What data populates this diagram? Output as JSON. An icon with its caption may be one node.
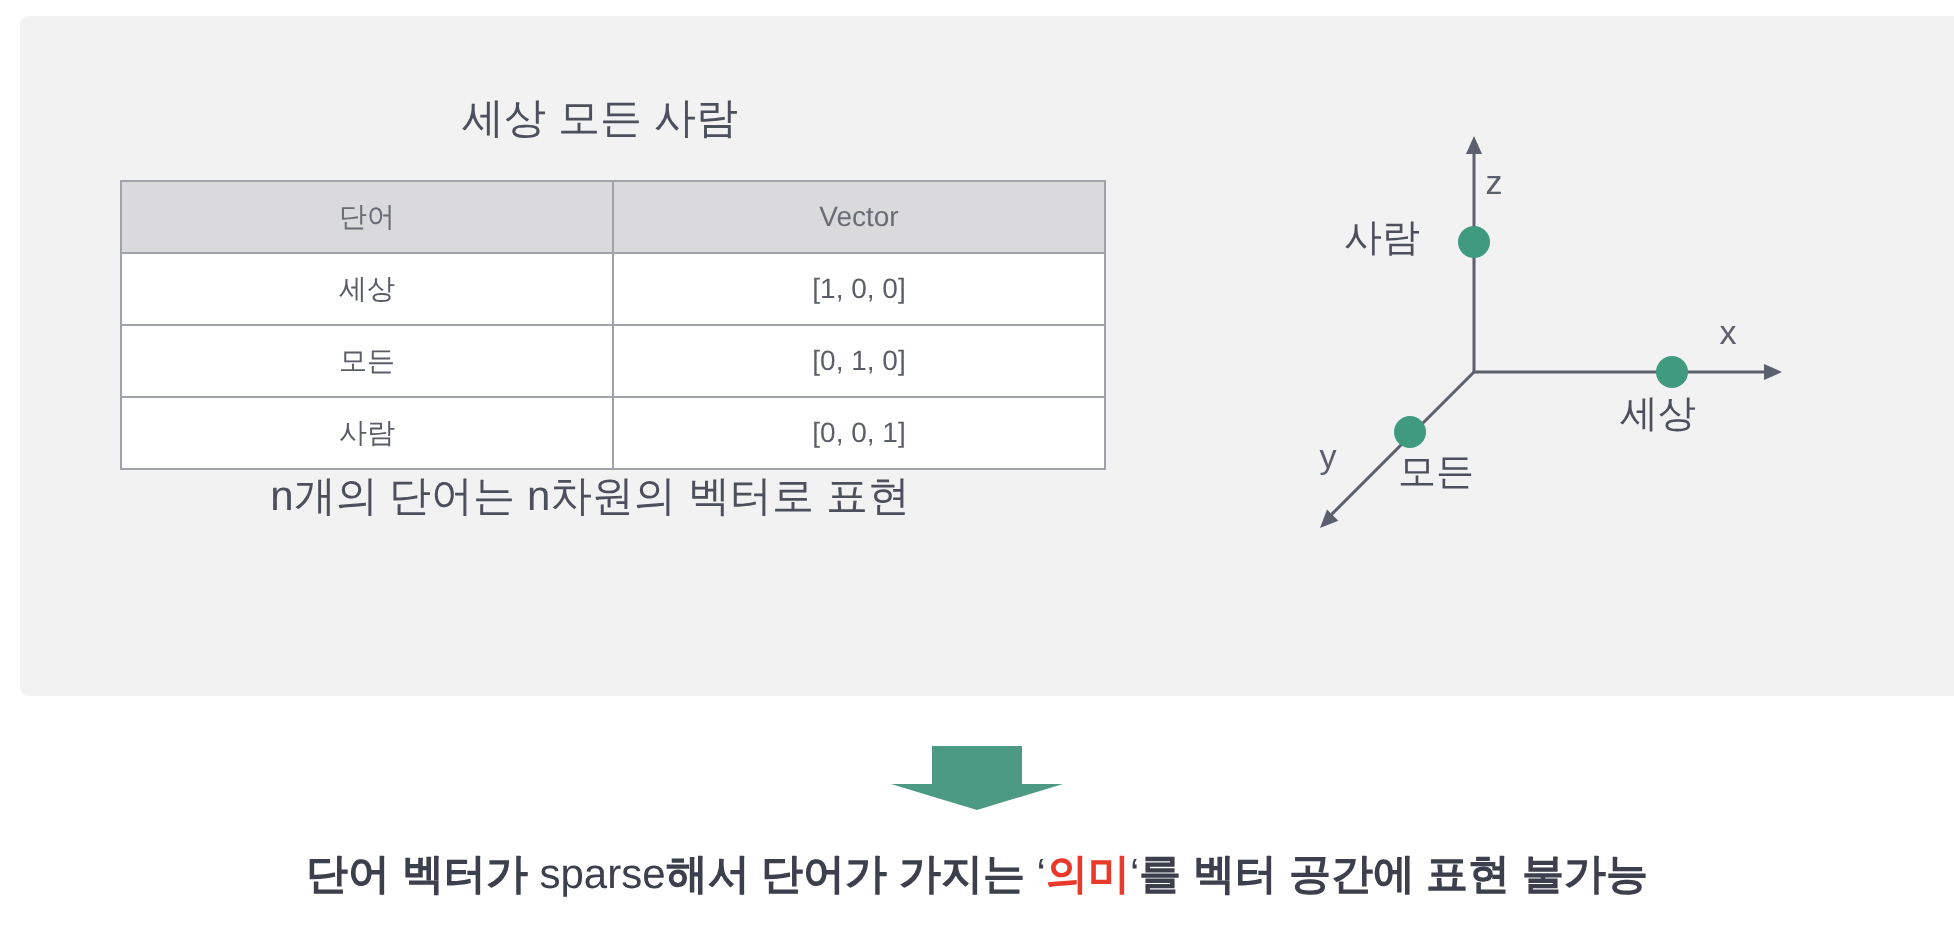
{
  "diagram": {
    "nodes": [
      {
        "text": [
          "세상 모든 사람",
          "n개의 단어는 n차원의 벡터로 표현"
        ]
      },
      {
        "text": [],
        "shape": "circle",
        "beside": [
          "사람"
        ],
        "in": 0
      },
      {
        "text": [],
        "shape": "circle",
        "beside": [
          "세상"
        ],
        "in": 0
      },
      {
        "text": [],
        "shape": "circle",
        "beside": [
          "모든"
        ],
        "in": 0
      },
      {
        "text": [
          "**단어 벡터가** sparse**해서 단어가 가지는** ‘*의미*‘**를 벡터 공간에 표현 불가능**"
        ]
      }
    ],
    "edges": [
      {
        "from": 0,
        "to": 4,
        "arrow": "to",
        "style": "thick"
      }
    ],
    "labels": [
      "단어",
      "Vector",
      "세상",
      "[1, 0, 0]",
      "모든",
      "[0, 1, 0]",
      "사람",
      "[0, 0, 1]",
      "z",
      "x",
      "y"
    ]
  }
}
